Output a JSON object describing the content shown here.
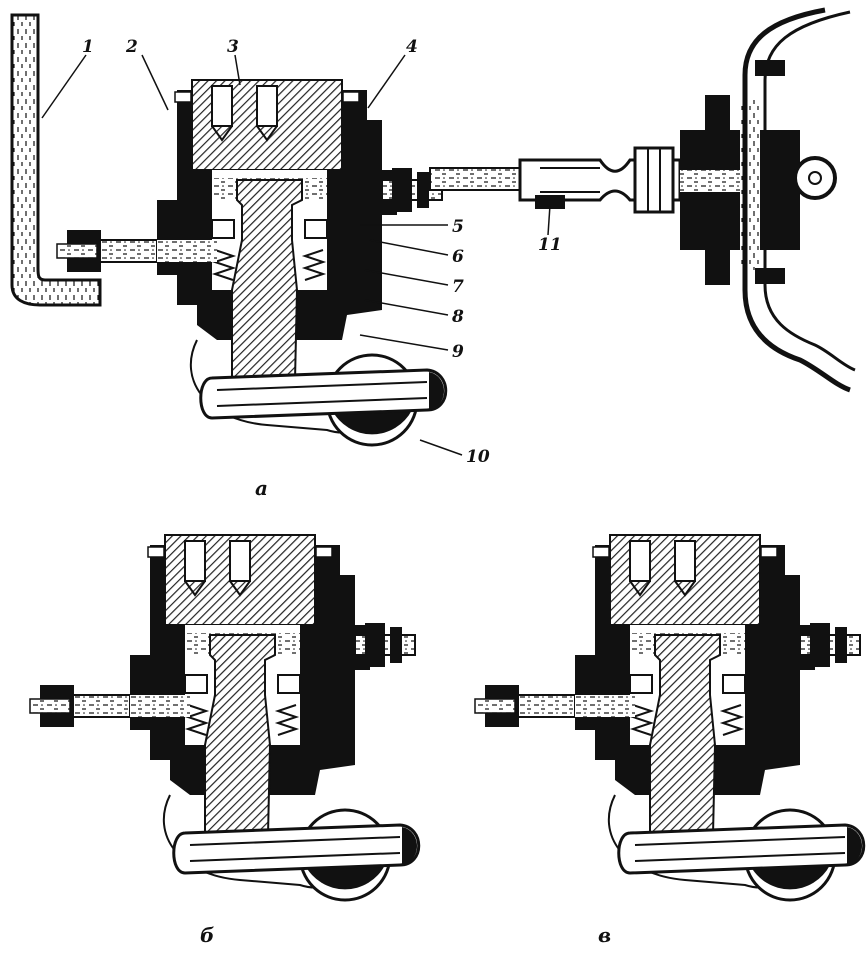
{
  "callouts": [
    "1",
    "2",
    "3",
    "4",
    "5",
    "6",
    "7",
    "8",
    "9",
    "10",
    "11"
  ],
  "captions": {
    "a": "а",
    "b": "б",
    "c": "в"
  },
  "colors": {
    "ink": "#111111",
    "paper": "#ffffff",
    "hatch": "#222222",
    "fluid": "#ffffff"
  }
}
